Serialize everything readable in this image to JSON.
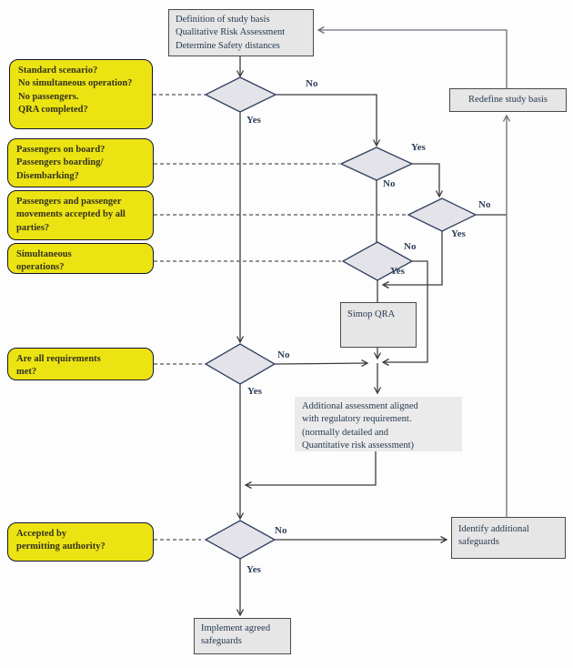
{
  "process_boxes": {
    "definition": "Definition of study basis\nQualitative Risk Assessment\nDetermine Safety distances",
    "redefine": "Redefine study basis",
    "simop": "Simop QRA",
    "additional": "Additional assessment aligned\nwith regulatory requirement.\n(normally detailed and\nQuantitative risk assessment)",
    "identify": "Identify additional\nsafeguards",
    "implement": "Implement agreed\nsafeguards"
  },
  "question_boxes": {
    "standard_scenario": "Standard scenario?\nNo simultaneous operation?\nNo passengers.\nQRA completed?",
    "passengers_on_board": "Passengers on board?\nPassengers boarding/\nDisembarking?",
    "passengers_accepted": "Passengers and passenger\nmovements accepted by all\nparties?",
    "simultaneous_operations": "Simultaneous\noperations?",
    "requirements_met": "Are all requirements\nmet?",
    "accepted_by_authority": "Accepted by\npermitting authority?"
  },
  "decision_labels": {
    "d1": {
      "no": "No",
      "yes": "Yes"
    },
    "d2": {
      "no": "No",
      "yes": "Yes"
    },
    "d3": {
      "no": "No",
      "yes": "Yes"
    },
    "d4": {
      "no": "No",
      "yes": "Yes"
    },
    "d5": {
      "no": "No",
      "yes": "Yes"
    },
    "d6": {
      "no": "No",
      "yes": "Yes"
    }
  },
  "colors": {
    "question_fill": "#ece312",
    "question_border": "#14142e",
    "process_fill": "#e6e6e6",
    "process_border": "#4a4a4a",
    "diamond_fill": "#e3e3e9",
    "diamond_border": "#2f3f5f",
    "text_navy": "#253a52",
    "line": "#3c3c3c",
    "loop_line": "#6a707c"
  }
}
